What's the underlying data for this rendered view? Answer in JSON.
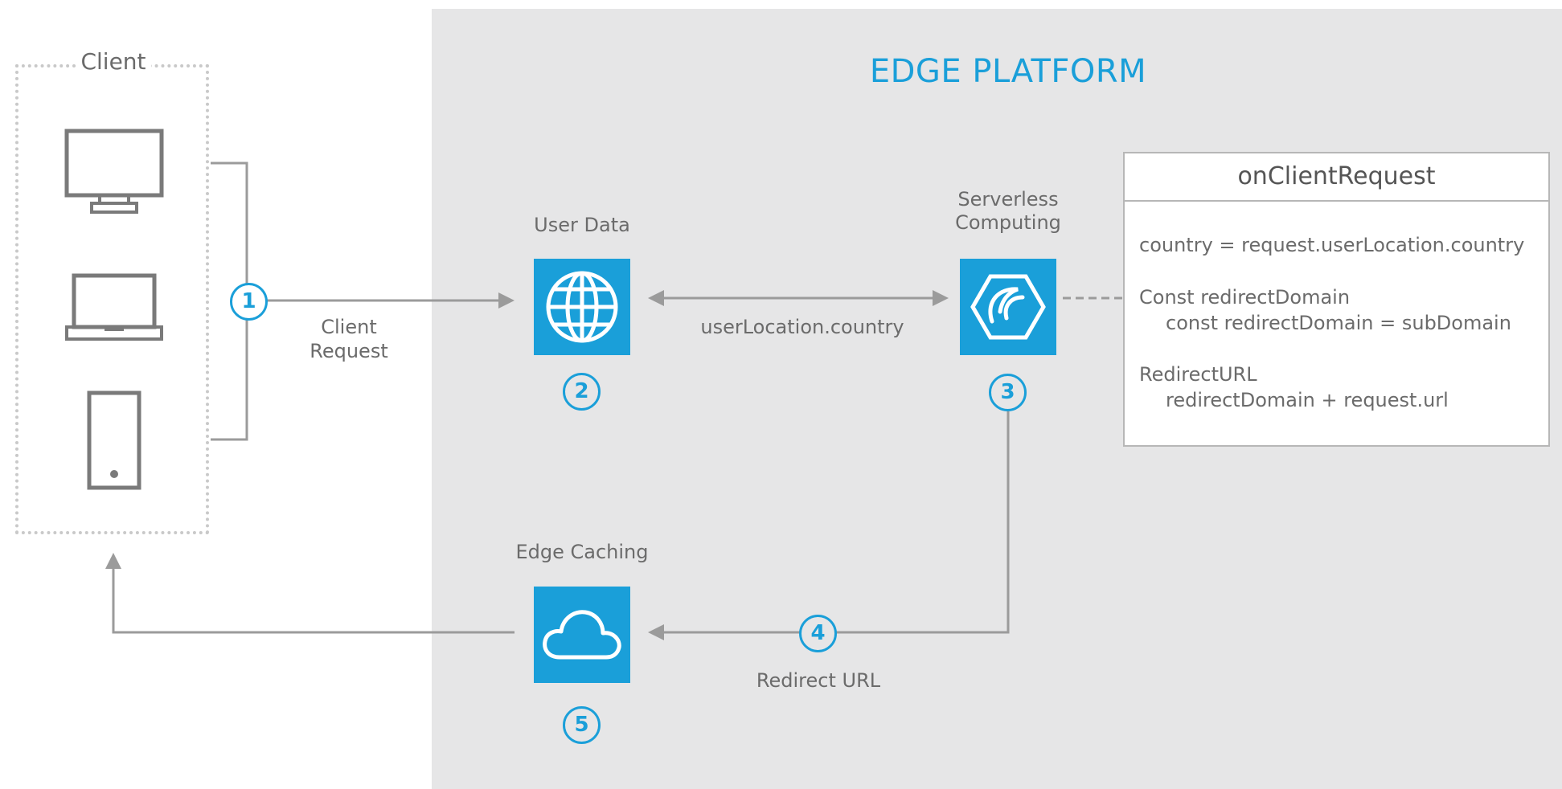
{
  "platform": {
    "title": "EDGE PLATFORM"
  },
  "client": {
    "title": "Client",
    "devices": [
      "desktop-monitor",
      "laptop",
      "mobile-phone"
    ]
  },
  "steps": {
    "one": "1",
    "two": "2",
    "three": "3",
    "four": "4",
    "five": "5"
  },
  "labels": {
    "client_request_line1": "Client",
    "client_request_line2": "Request",
    "user_data": "User Data",
    "user_location": "userLocation.country",
    "serverless_line1": "Serverless",
    "serverless_line2": "Computing",
    "edge_caching": "Edge Caching",
    "redirect_url": "Redirect URL"
  },
  "code": {
    "title": "onClientRequest",
    "line1": "country = request.userLocation.country",
    "line2": "Const redirectDomain",
    "line3": "const redirectDomain = subDomain",
    "line4": "RedirectURL",
    "line5": "redirectDomain + request.url"
  },
  "colors": {
    "accent": "#1a9fd9",
    "text": "#6b6b6b",
    "platform_bg": "#e6e6e7",
    "connector": "#9b9b9b"
  },
  "icons": {
    "user_data": "globe-icon",
    "serverless": "serverless-hexagon-icon",
    "edge_caching": "cloud-icon"
  }
}
